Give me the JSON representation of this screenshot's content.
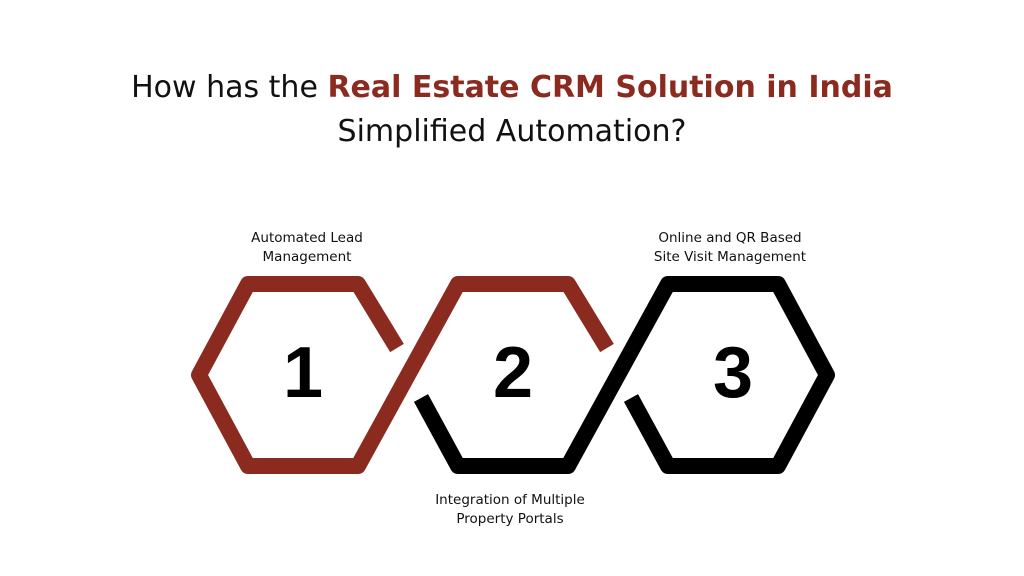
{
  "title": {
    "prefix": "How has the ",
    "highlight": "Real Estate CRM Solution in India",
    "line2": "Simplified Automation?"
  },
  "steps": [
    {
      "number": "1",
      "label_line1": "Automated Lead",
      "label_line2": "Management"
    },
    {
      "number": "2",
      "label_line1": "Integration of Multiple",
      "label_line2": "Property Portals"
    },
    {
      "number": "3",
      "label_line1": "Online and QR Based",
      "label_line2": "Site Visit Management"
    }
  ],
  "colors": {
    "accent": "#8B2A1E",
    "dark": "#000000"
  }
}
